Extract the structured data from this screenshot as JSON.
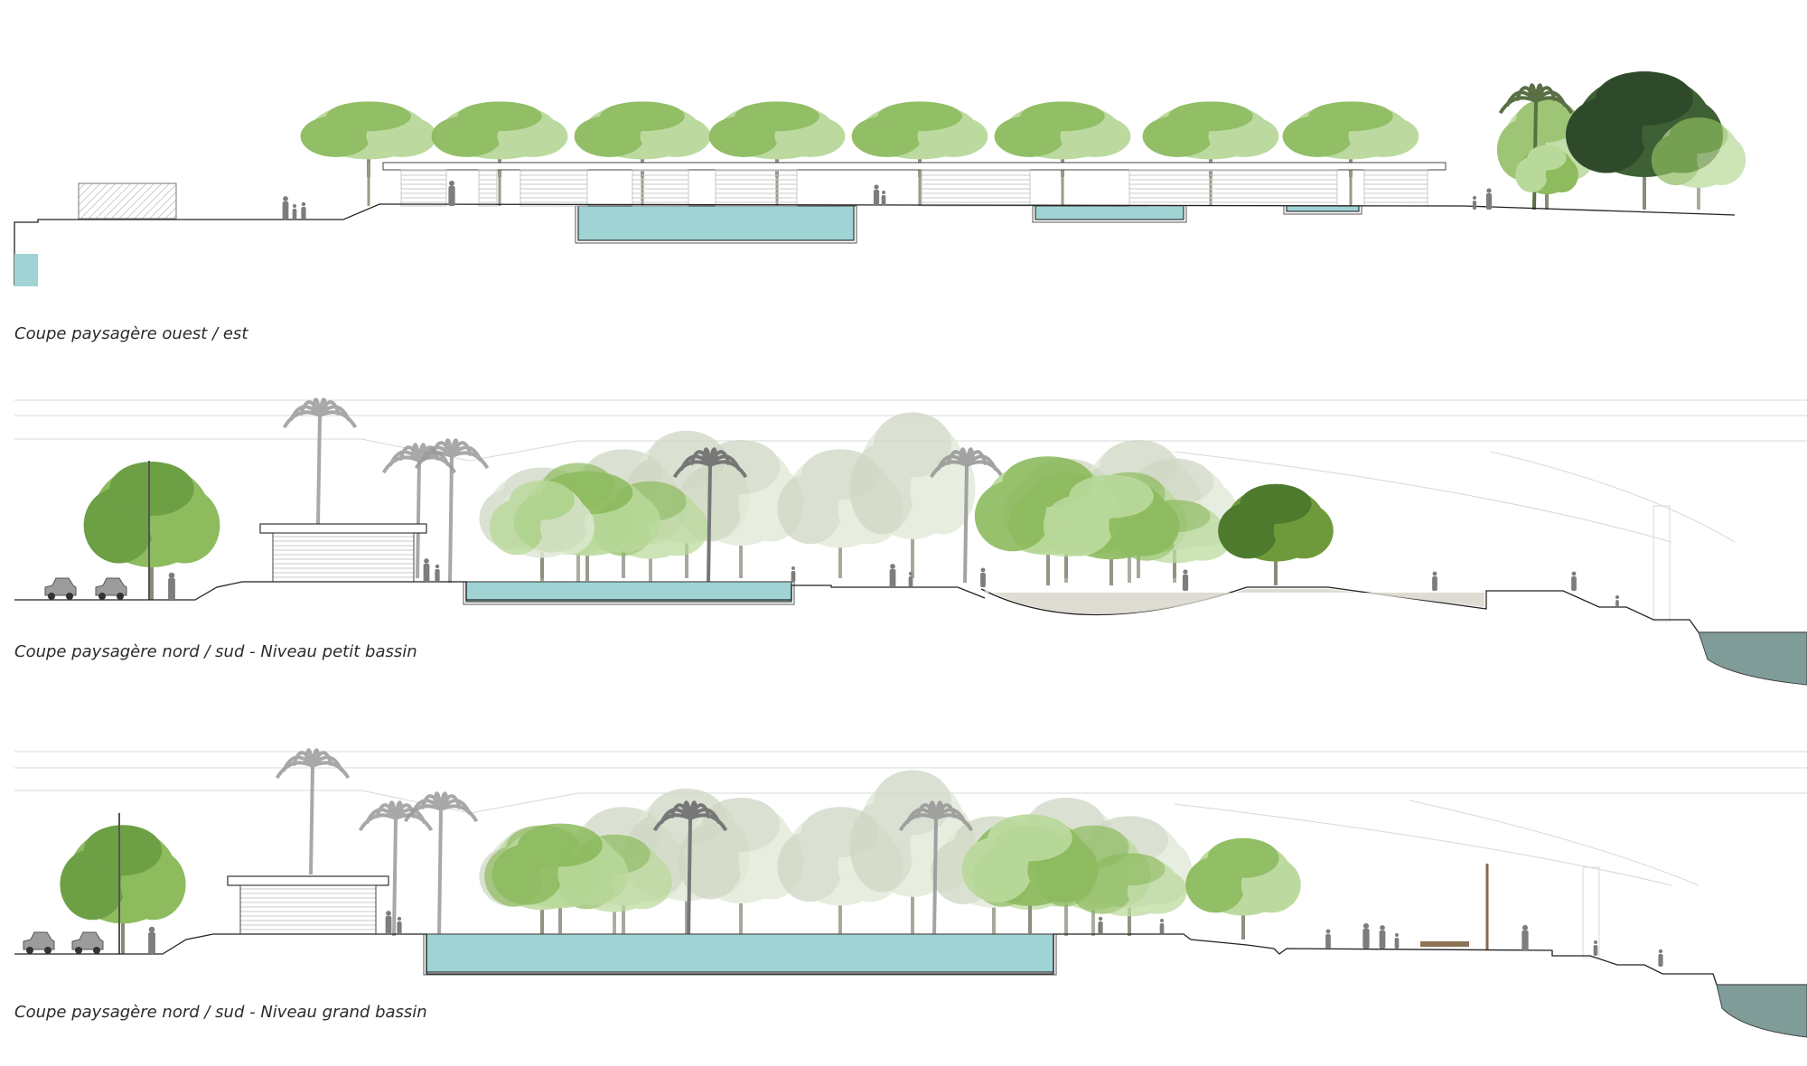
{
  "sections": [
    {
      "caption": "Coupe paysagère ouest / est"
    },
    {
      "caption": "Coupe paysagère nord / sud - Niveau petit bassin"
    },
    {
      "caption": "Coupe paysagère nord / sud - Niveau grand bassin"
    }
  ],
  "colors": {
    "water": "#9fd3d4",
    "water_edge": "#6f9fa0",
    "tree_green": "#8dbb5e",
    "tree_green_light": "#b9d99a",
    "tree_dark": "#3f5f35",
    "tree_faded": "#dfe8d5",
    "palm": "#9a9a9a",
    "ground_line": "#222222",
    "plaza_fill": "#d9d6cb",
    "sea": "#7f9c98",
    "figure": "#7d7d7d",
    "structure_line": "#d8d8d8"
  }
}
